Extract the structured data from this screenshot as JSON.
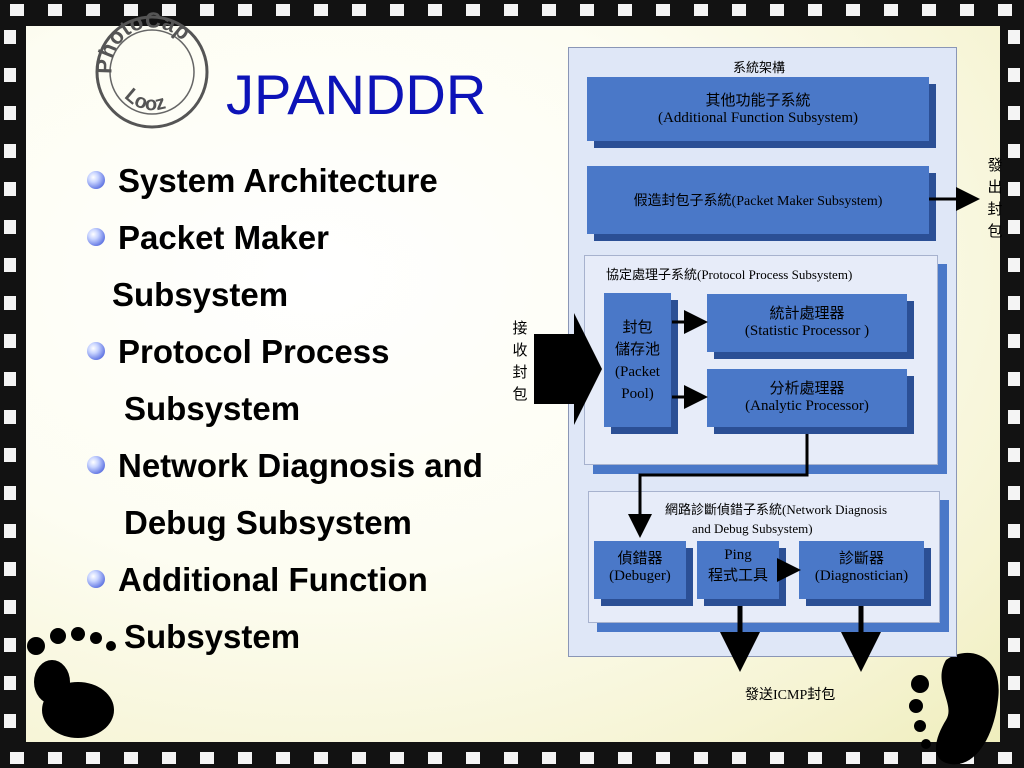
{
  "slide": {
    "title": "JPANDDR",
    "stamp": {
      "top_text": "PhotoCap",
      "bottom_text": "Looz"
    },
    "bullets": [
      {
        "line1": "System Architecture",
        "line2": ""
      },
      {
        "line1": "Packet Maker",
        "line2": "Subsystem"
      },
      {
        "line1": "Protocol Process",
        "line2": "Subsystem"
      },
      {
        "line1": "Network Diagnosis and",
        "line2": "Debug Subsystem"
      },
      {
        "line1": "Additional Function",
        "line2": "Subsystem"
      }
    ]
  },
  "diagram": {
    "header": "系統架構",
    "additional": {
      "cn": "其他功能子系統",
      "en": "(Additional Function Subsystem)"
    },
    "packet_maker": "假造封包子系統(Packet Maker Subsystem)",
    "send_out": "發出封包",
    "receive": "接收封包",
    "protocol": {
      "label": "協定處理子系統(Protocol Process Subsystem)",
      "pool": [
        "封包",
        "儲存池",
        "(Packet",
        "Pool)"
      ],
      "statistic": {
        "cn": "統計處理器",
        "en": "(Statistic Processor )"
      },
      "analytic": {
        "cn": "分析處理器",
        "en": "(Analytic Processor)"
      }
    },
    "network": {
      "label_line1": "網路診斷偵錯子系統(Network Diagnosis",
      "label_line2": "and Debug Subsystem)",
      "debuger": {
        "cn": "偵錯器",
        "en": "(Debuger)"
      },
      "ping": {
        "l1": "Ping",
        "l2": "程式工具"
      },
      "diagnostician": {
        "cn": "診斷器",
        "en": "(Diagnostician)"
      }
    },
    "icmp": "發送ICMP封包"
  },
  "colors": {
    "title": "#0d13b8",
    "box": "#4a78c8",
    "box_shadow": "#2b4f95",
    "panel": "#dfe7f7"
  }
}
